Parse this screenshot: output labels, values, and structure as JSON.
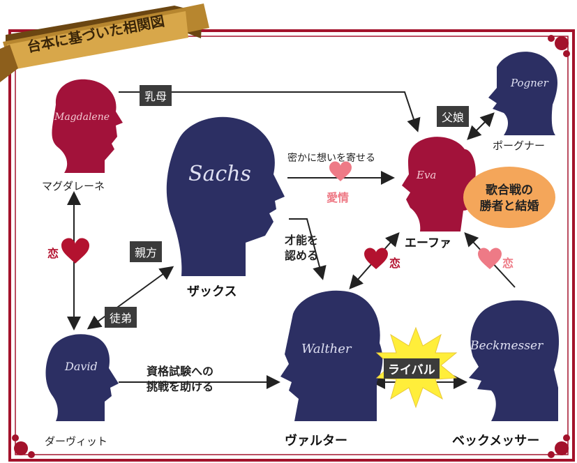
{
  "banner": "台本に基づいた相関図",
  "characters": {
    "magdalene": {
      "name_en": "Magdalene",
      "name_ja": "マグダレーネ"
    },
    "sachs": {
      "name_en": "Sachs",
      "name_ja": "ザックス"
    },
    "eva": {
      "name_en": "Eva",
      "name_ja": "エーファ"
    },
    "pogner": {
      "name_en": "Pogner",
      "name_ja": "ポーグナー"
    },
    "david": {
      "name_en": "David",
      "name_ja": "ダーヴィット"
    },
    "walther": {
      "name_en": "Walther",
      "name_ja": "ヴァルター"
    },
    "beckmesser": {
      "name_en": "Beckmesser",
      "name_ja": "ベックメッサー"
    }
  },
  "relations": {
    "nanny": "乳母",
    "father_daughter": "父娘",
    "secret_feelings": "密かに想いを寄せる",
    "affection": "愛情",
    "love": "恋",
    "patron": "親方",
    "apprentice": "徒弟",
    "recognizes_talent": "才能を\n認める",
    "exam_help": "資格試験への\n挑戦を助ける",
    "rival": "ライバル",
    "marry_winner": "歌合戦の\n勝者と結婚"
  },
  "colors": {
    "frame": "#a3122b",
    "navy": "#2c2f63",
    "crimson": "#a2123a",
    "pink": "#ee7a86",
    "orange": "#f4a65a",
    "burst": "#ffee3a",
    "label_box": "#3b3b3b"
  }
}
